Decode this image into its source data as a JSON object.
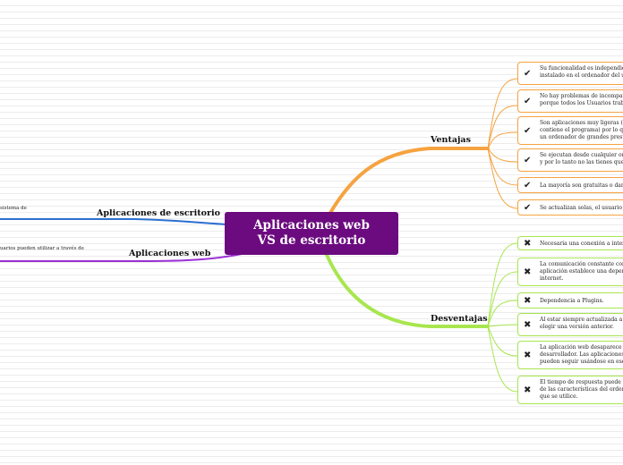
{
  "central": {
    "title": "Aplicaciones web  VS de escritorio"
  },
  "branches": {
    "ventajas": "Ventajas",
    "desventajas": "Desventajas",
    "escritorio": "Aplicaciones de escritorio",
    "web": "Aplicaciones web"
  },
  "left_notes": {
    "escritorio": "sistema de",
    "web": "uarios pueden utilizar a través de"
  },
  "ventajas": [
    {
      "icon": "check-icon",
      "text": "Su funcionalidad es independiente del si",
      "text2": "instalado en el ordenador del usuario."
    },
    {
      "icon": "check-icon",
      "text": "No hay problemas de incompatibilidad e",
      "text2": "porque todos los Usuarios trabajan con l"
    },
    {
      "icon": "check-icon",
      "text": "Son aplicaciones muy ligeras (el Navega",
      "text2": "contiene el programa) por lo que el Usua",
      "text3": "un ordenador de grandes prestaciones pa"
    },
    {
      "icon": "check-icon",
      "text": "Se ejecutan desde cualquier ordenador c",
      "text2": "y por lo tanto no las tienes que llevar co"
    },
    {
      "icon": "check-icon",
      "text": "La mayoría son gratuitas o dan a elegir e"
    },
    {
      "icon": "check-icon",
      "text": "Se actualizan solas, el usuario no necesit"
    }
  ],
  "desventajas": [
    {
      "icon": "cross-icon",
      "text": "Necesaria una conexión a internet."
    },
    {
      "icon": "cross-icon",
      "text": "La comunicación constante con el s",
      "text2": "aplicación establece una dependen",
      "text3": "internet."
    },
    {
      "icon": "cross-icon",
      "text": "Dependencia a Plugins."
    },
    {
      "icon": "cross-icon",
      "text": "Al estar siempre actualizada a la ult",
      "text2": "elegir una versión anterior."
    },
    {
      "icon": "cross-icon",
      "text": "La aplicación web desaparece si ast",
      "text2": "desarrollador. Las aplicaciones trad",
      "text3": "pueden seguir usándose en esos cas"
    },
    {
      "icon": "cross-icon",
      "text": "El tiempo de respuesta puede llegar",
      "text2": "de las características del ordenador",
      "text3": "que se utilice."
    }
  ],
  "colors": {
    "central_bg": "#6b0b7f",
    "ventajas": "#f5a340",
    "desventajas": "#a8e64f",
    "escritorio": "#2c6fd1",
    "web": "#9b2fd6",
    "check": "#111111",
    "cross": "#111111"
  }
}
